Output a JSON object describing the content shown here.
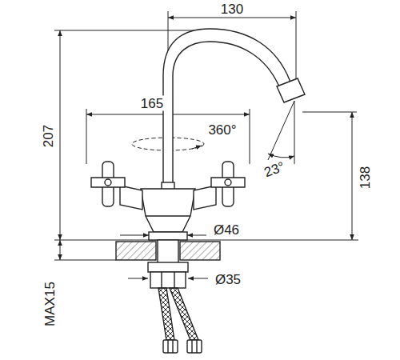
{
  "diagram": {
    "labels": [
      "130",
      "165",
      "360°",
      "23°",
      "207",
      "138",
      "Ø46",
      "Ø35",
      "MAX15"
    ]
  }
}
